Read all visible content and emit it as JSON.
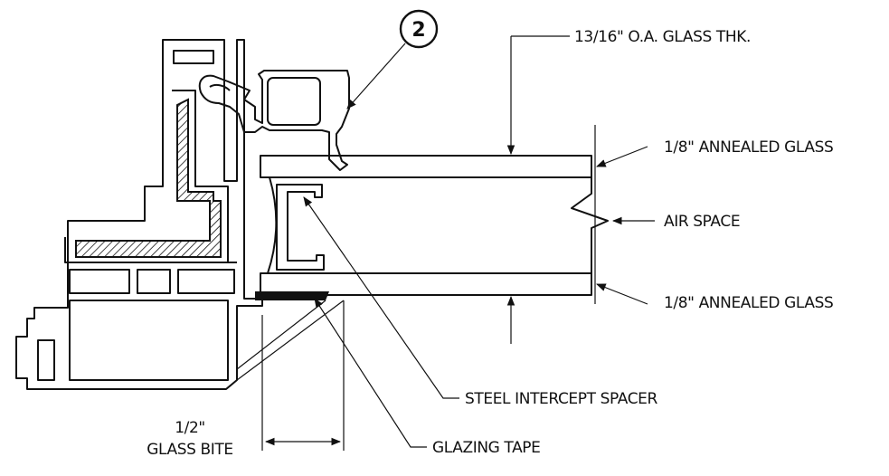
{
  "callout": {
    "number": "2"
  },
  "labels": {
    "overall_thickness": "13/16\" O.A. GLASS THK.",
    "top_glass": "1/8\" ANNEALED GLASS",
    "air_space": "AIR SPACE",
    "bottom_glass": "1/8\" ANNEALED GLASS",
    "spacer": "STEEL INTERCEPT SPACER",
    "glazing_tape": "GLAZING TAPE",
    "bite_value": "1/2\"",
    "bite_label": "GLASS BITE"
  },
  "colors": {
    "line": "#111111",
    "background": "#ffffff"
  }
}
